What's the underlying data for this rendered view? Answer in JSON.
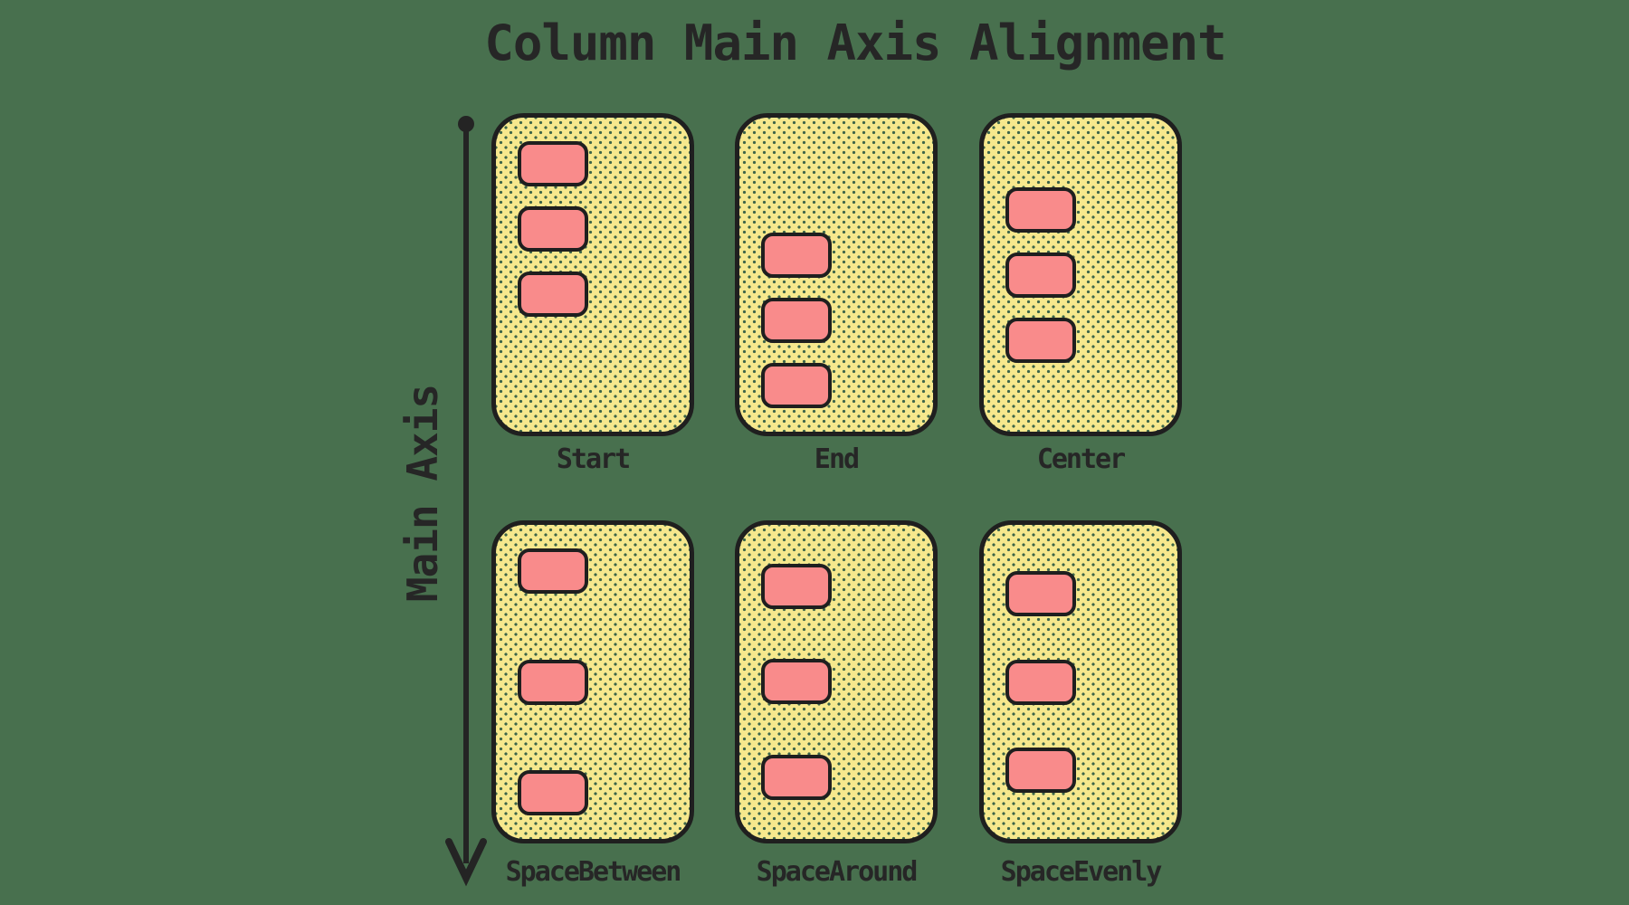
{
  "title": "Column Main Axis Alignment",
  "axis": {
    "label": "Main Axis",
    "direction": "vertical"
  },
  "examples": [
    {
      "label": "Start",
      "justify": "flex-start"
    },
    {
      "label": "End",
      "justify": "flex-end"
    },
    {
      "label": "Center",
      "justify": "center"
    },
    {
      "label": "SpaceBetween",
      "justify": "space-between"
    },
    {
      "label": "SpaceAround",
      "justify": "space-around"
    },
    {
      "label": "SpaceEvenly",
      "justify": "space-evenly"
    }
  ],
  "items_per_container": 3,
  "colors": {
    "background": "#48704e",
    "container_fill": "#f6e88d",
    "texture_dot": "#3d6549",
    "item_fill": "#f98b8b",
    "stroke": "#1f1f1f",
    "text": "#262626"
  }
}
